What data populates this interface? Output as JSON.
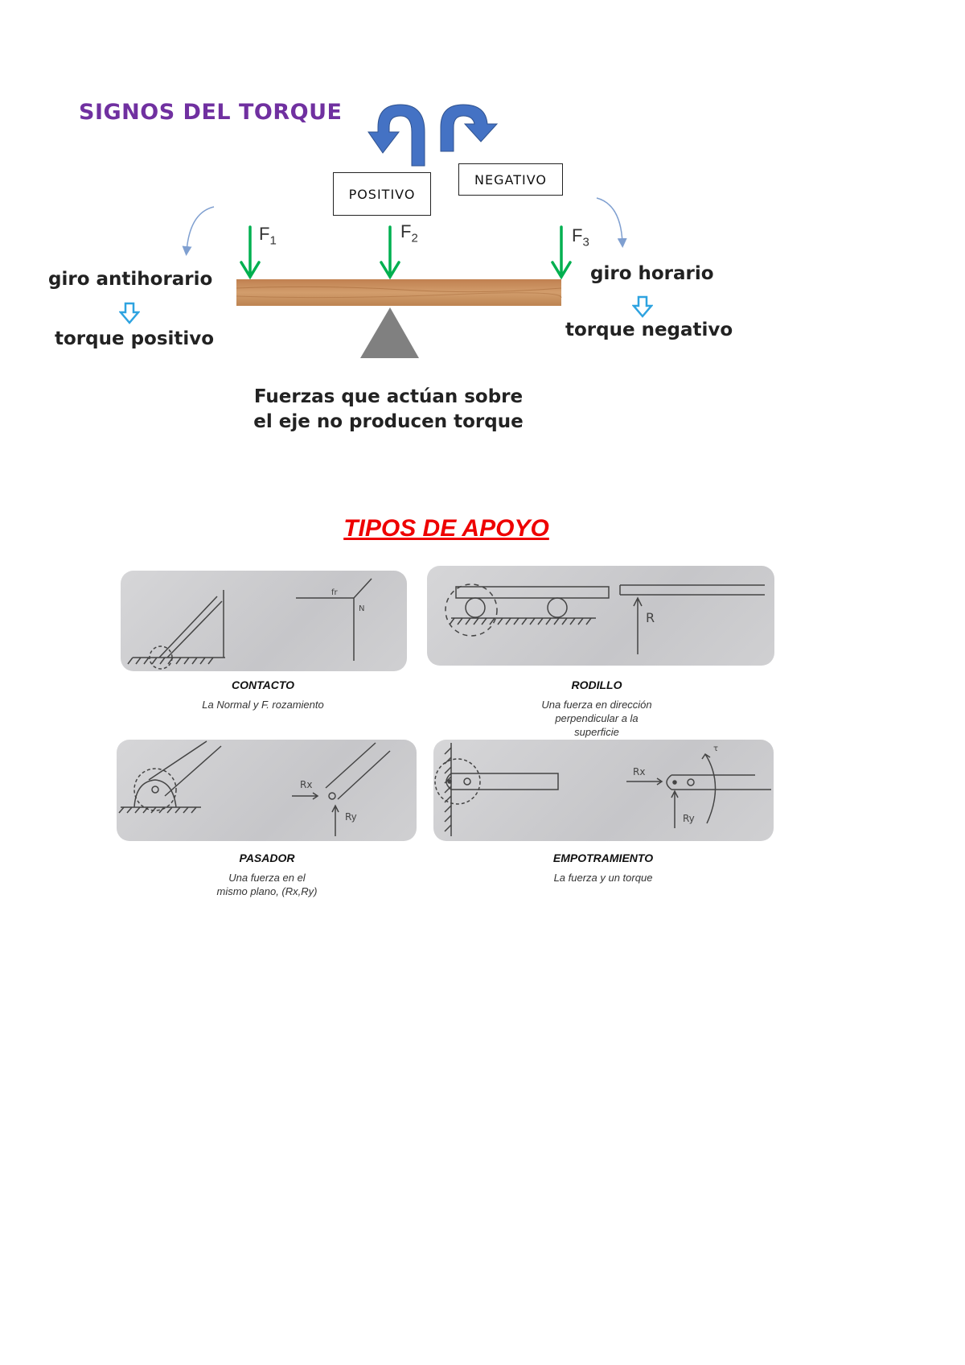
{
  "torque": {
    "title": "SIGNOS DEL TORQUE",
    "positive_box": "POSITIVO",
    "negative_box": "NEGATIVO",
    "forces": [
      {
        "label": "F",
        "sub": "1"
      },
      {
        "label": "F",
        "sub": "2"
      },
      {
        "label": "F",
        "sub": "3"
      }
    ],
    "left_rotation": "giro antihorario",
    "left_result": "torque positivo",
    "right_rotation": "giro horario",
    "right_result": "torque negativo",
    "note_line1": "Fuerzas que actúan sobre",
    "note_line2": "el eje no producen torque",
    "colors": {
      "title": "#7030a0",
      "big_arrows": "#4472c4",
      "force_arrows": "#00b050",
      "beam": "#c8905a",
      "fulcrum": "#808080",
      "hint_arrows": "#2ea3e0"
    }
  },
  "supports": {
    "title": "TIPOS DE APOYO",
    "title_color": "#ee0000",
    "items": [
      {
        "name": "CONTACTO",
        "desc": [
          "La Normal y F. rozamiento"
        ],
        "labels": [
          "fr",
          "N"
        ]
      },
      {
        "name": "RODILLO",
        "desc": [
          "Una fuerza en dirección",
          "perpendicular a la",
          "superficie"
        ],
        "labels": [
          "R"
        ]
      },
      {
        "name": "PASADOR",
        "desc": [
          "Una fuerza en el",
          "mismo plano, (Rx,Ry)"
        ],
        "labels": [
          "Rx",
          "Ry"
        ]
      },
      {
        "name": "EMPOTRAMIENTO",
        "desc": [
          "La fuerza y un torque"
        ],
        "labels": [
          "Rx",
          "Ry",
          "τ"
        ]
      }
    ]
  }
}
